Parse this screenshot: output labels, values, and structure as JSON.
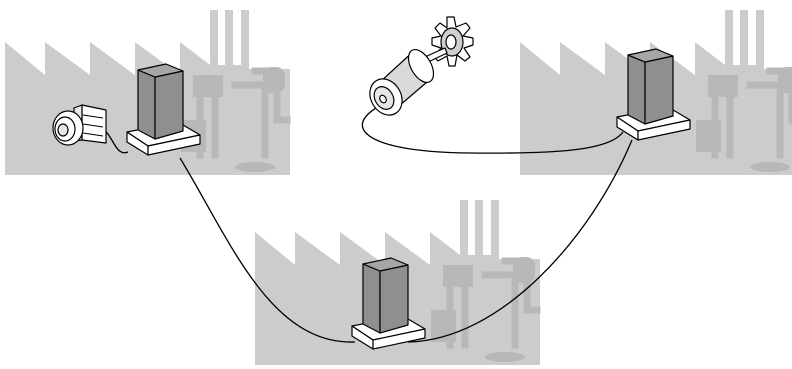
{
  "diagram": {
    "type": "networked-controllers",
    "colors": {
      "factory_silhouette": "#cccccc",
      "factory_detail": "#bdbdbd",
      "controller_body": "#8f8f8f",
      "controller_base": "#ffffff",
      "cable": "#000000",
      "outline": "#000000"
    },
    "sites": [
      {
        "id": "site-left",
        "icon": "factory-silhouette-icon",
        "device": "push-button-icon"
      },
      {
        "id": "site-right",
        "icon": "factory-silhouette-icon",
        "device": "motor-with-gear-icon"
      },
      {
        "id": "site-bottom",
        "icon": "factory-silhouette-icon",
        "device": null
      }
    ],
    "controllers": [
      "controller-left",
      "controller-right",
      "controller-bottom"
    ],
    "links": [
      {
        "from": "controller-left",
        "to": "controller-bottom",
        "icon": "network-cable"
      },
      {
        "from": "controller-bottom",
        "to": "controller-right",
        "icon": "network-cable"
      },
      {
        "from": "controller-right",
        "to": "motor",
        "icon": "device-cable"
      },
      {
        "from": "controller-left",
        "to": "push-button",
        "icon": "device-cable"
      }
    ]
  }
}
